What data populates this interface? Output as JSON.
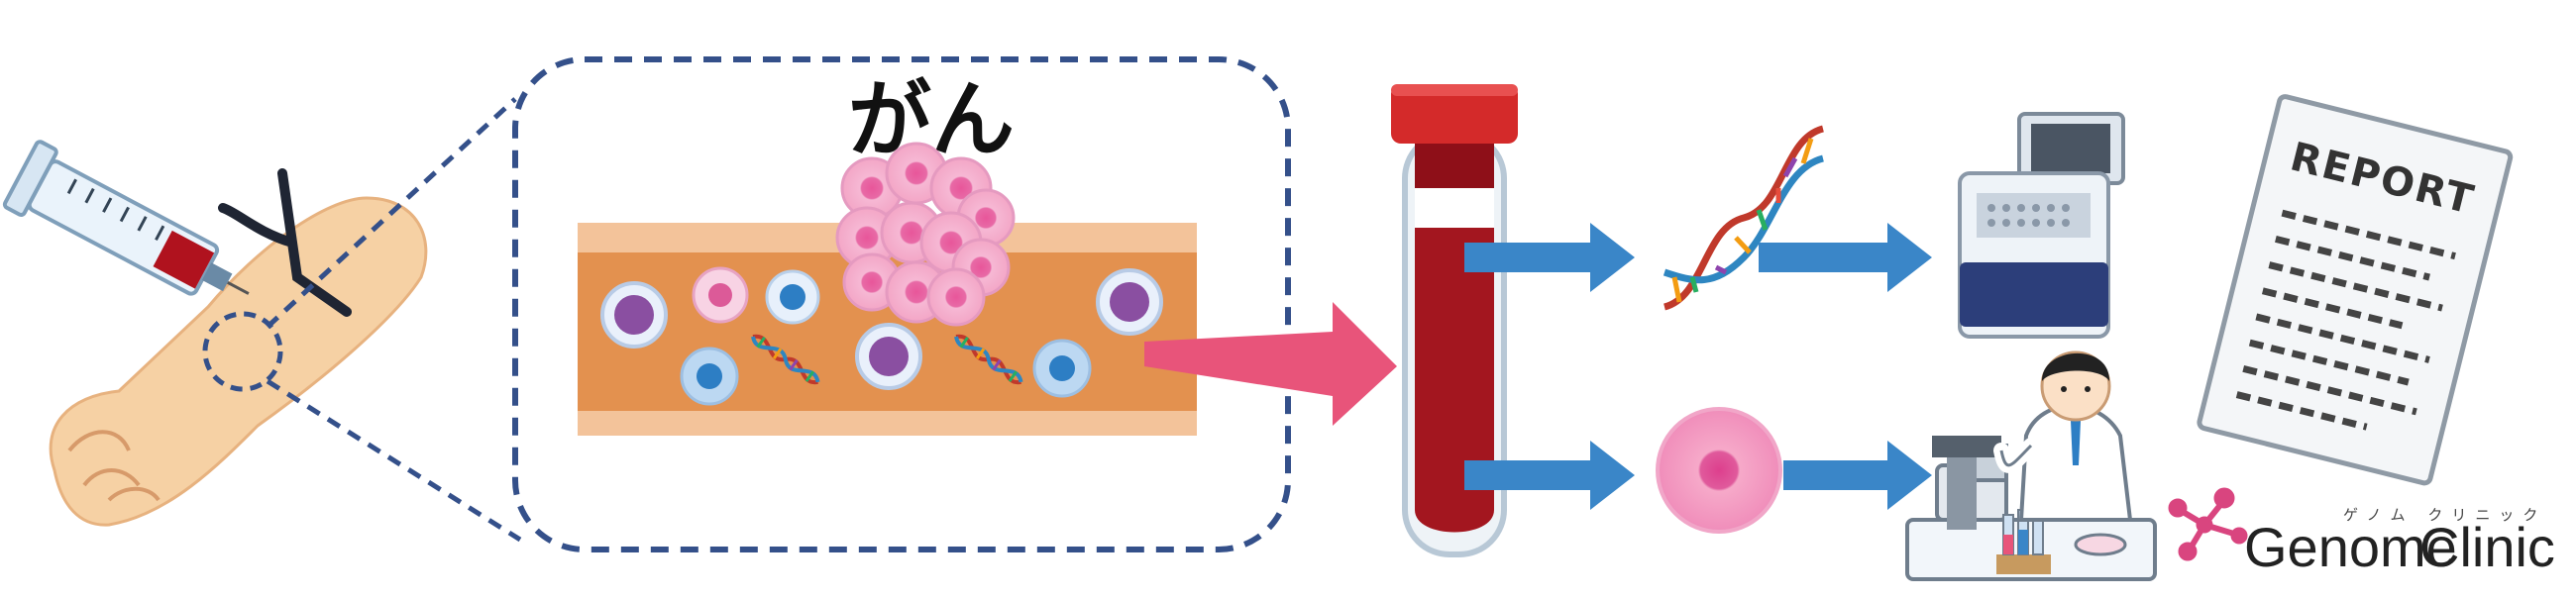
{
  "figure": {
    "cancer_label": "がん",
    "report_title": "REPORT",
    "logo": {
      "kana": "ゲノム クリニック",
      "word_primary": "Genome",
      "word_secondary": "Clinic",
      "color": "#d9457f"
    }
  },
  "colors": {
    "arrow_blue": "#3a86c8",
    "arrow_pink": "#e8547a",
    "dashed_border": "#34508a",
    "blood": "#a3161f",
    "tube_cap": "#d42a2a",
    "vessel_outer": "#eeb07e",
    "vessel_inner": "#e0894a",
    "skin": "#f6d1a4"
  }
}
